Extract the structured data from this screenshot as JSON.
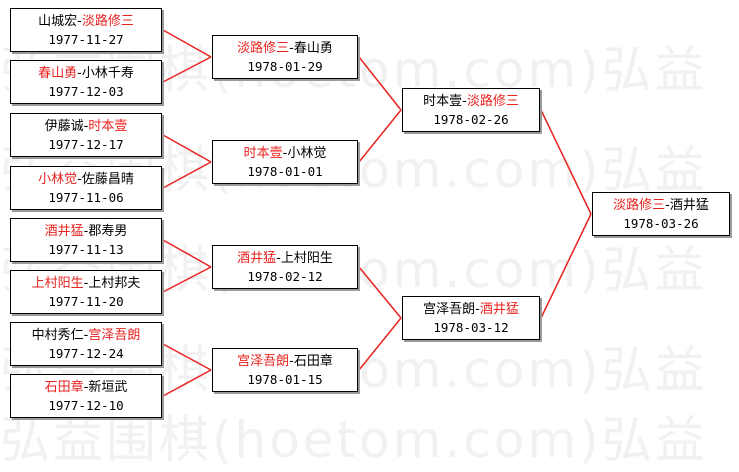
{
  "watermark": "弘益围棋(hoetom.com)弘益",
  "colors": {
    "winner": "#e8231f",
    "loser": "#000000",
    "line": "#e8231f"
  },
  "rounds": [
    {
      "matches": [
        {
          "player_a": "山城宏",
          "player_b": "淡路修三",
          "winner": "b",
          "date": "1977-11-27"
        },
        {
          "player_a": "春山勇",
          "player_b": "小林千寿",
          "winner": "a",
          "date": "1977-12-03"
        },
        {
          "player_a": "伊藤诚",
          "player_b": "时本壹",
          "winner": "b",
          "date": "1977-12-17"
        },
        {
          "player_a": "小林觉",
          "player_b": "佐藤昌晴",
          "winner": "a",
          "date": "1977-11-06"
        },
        {
          "player_a": "酒井猛",
          "player_b": "郡寿男",
          "winner": "a",
          "date": "1977-11-13"
        },
        {
          "player_a": "上村阳生",
          "player_b": "上村邦夫",
          "winner": "a",
          "date": "1977-11-20"
        },
        {
          "player_a": "中村秀仁",
          "player_b": "宫泽吾朗",
          "winner": "b",
          "date": "1977-12-24"
        },
        {
          "player_a": "石田章",
          "player_b": "新垣武",
          "winner": "a",
          "date": "1977-12-10"
        }
      ]
    },
    {
      "matches": [
        {
          "player_a": "淡路修三",
          "player_b": "春山勇",
          "winner": "a",
          "date": "1978-01-29"
        },
        {
          "player_a": "时本壹",
          "player_b": "小林觉",
          "winner": "a",
          "date": "1978-01-01"
        },
        {
          "player_a": "酒井猛",
          "player_b": "上村阳生",
          "winner": "a",
          "date": "1978-02-12"
        },
        {
          "player_a": "宫泽吾朗",
          "player_b": "石田章",
          "winner": "a",
          "date": "1978-01-15"
        }
      ]
    },
    {
      "matches": [
        {
          "player_a": "时本壹",
          "player_b": "淡路修三",
          "winner": "b",
          "date": "1978-02-26"
        },
        {
          "player_a": "宫泽吾朗",
          "player_b": "酒井猛",
          "winner": "b",
          "date": "1978-03-12"
        }
      ]
    },
    {
      "matches": [
        {
          "player_a": "淡路修三",
          "player_b": "酒井猛",
          "winner": "a",
          "date": "1978-03-26"
        }
      ]
    }
  ]
}
